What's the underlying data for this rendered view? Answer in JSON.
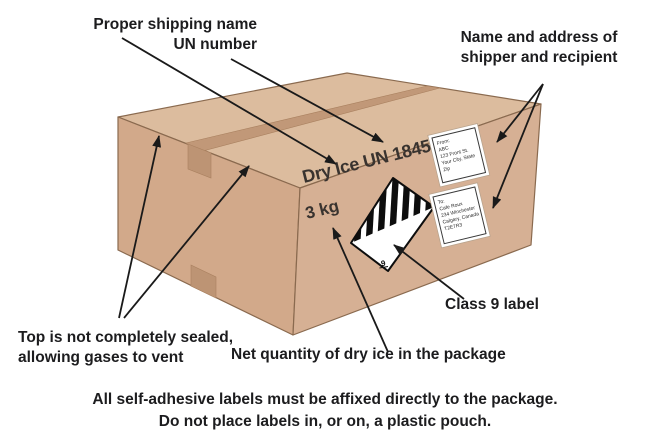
{
  "callouts": {
    "proper_shipping": {
      "line1": "Proper shipping name",
      "line2": "UN number"
    },
    "name_address": {
      "line1": "Name and address of",
      "line2": "shipper and recipient"
    },
    "class9": {
      "label": "Class 9 label"
    },
    "vent": {
      "line1": "Top is not completely sealed,",
      "line2": "allowing gases to vent"
    },
    "net_quantity": {
      "label": "Net quantity of dry ice in the package"
    }
  },
  "box": {
    "marking_line1": "Dry Ice UN 1845",
    "marking_line2": "3 kg",
    "class9_digit": "9",
    "from_label": {
      "lines": [
        "From:",
        "ABC",
        "123 Front St.",
        "Your City, State",
        "Zip"
      ]
    },
    "to_label": {
      "lines": [
        "To:",
        "Cafe Roux",
        "234 Winchester",
        "Calgary, Canada",
        "T2E7R3"
      ]
    }
  },
  "footer": {
    "line1": "All self-adhesive labels must be affixed directly to the package.",
    "line2": "Do not place labels in, or on, a plastic pouch."
  },
  "colors": {
    "box_top": "#dcbc9e",
    "box_left": "#d2a98a",
    "box_front": "#d6b094",
    "tape": "#c19878",
    "box_outline": "#8a6a4f",
    "label_white": "#ffffff",
    "stripe_black": "#0d0d0d",
    "text_black": "#1c1c1e",
    "arrow_black": "#1a1a1a"
  }
}
